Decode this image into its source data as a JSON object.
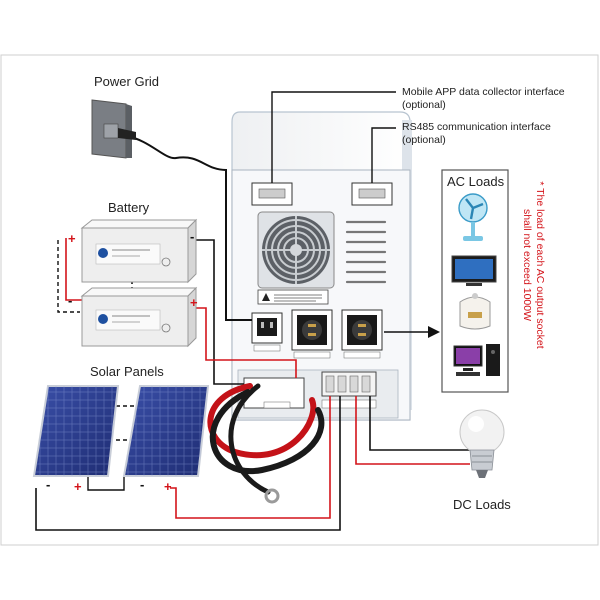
{
  "labels": {
    "power_grid": "Power Grid",
    "battery": "Battery",
    "solar_panels": "Solar Panels",
    "ac_loads": "AC Loads",
    "dc_loads": "DC Loads",
    "mobile_app": "Mobile APP data collector interface",
    "mobile_app_optional": "(optional)",
    "rs485": "RS485 communication interface",
    "rs485_optional": "(optional)",
    "note_line1": "* The load of each AC output socket",
    "note_line2": "shall not exceed 1000W"
  },
  "signs": {
    "plus": "+",
    "minus": "-"
  },
  "colors": {
    "wire_red": "#d4141a",
    "wire_black": "#111111",
    "note_red": "#d4141a"
  }
}
